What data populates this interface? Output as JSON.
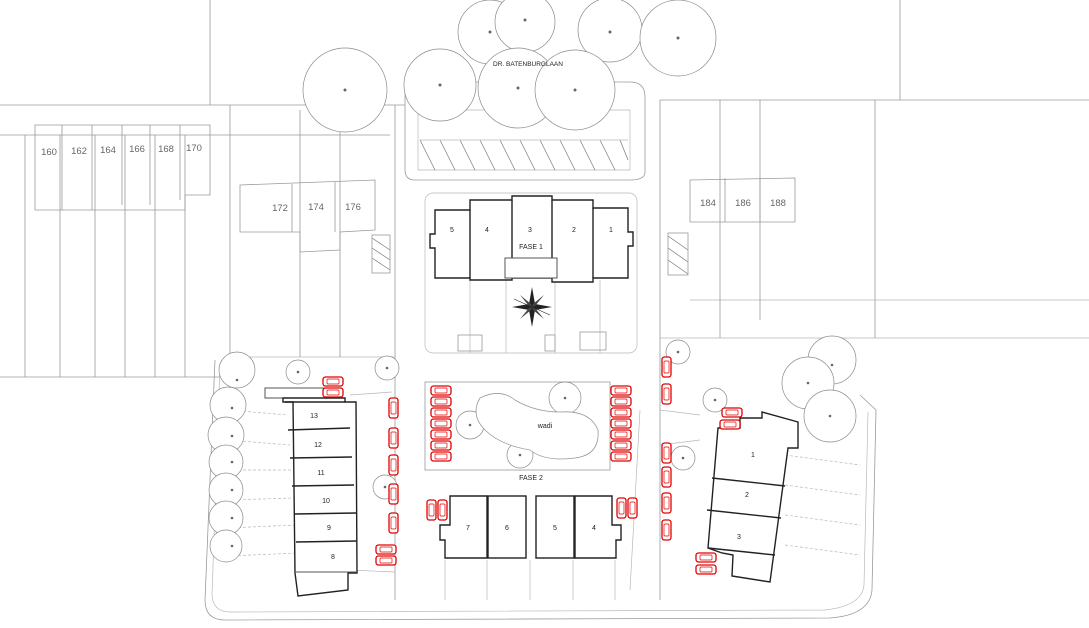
{
  "street": {
    "name": "DR. BATENBURGLAAN"
  },
  "phases": {
    "phase1": "FASE 1",
    "phase2": "FASE 2"
  },
  "wadi": {
    "label": "wadi"
  },
  "existing_houses": [
    "160",
    "162",
    "164",
    "166",
    "168",
    "170",
    "172",
    "174",
    "176",
    "184",
    "186",
    "188"
  ],
  "phase1_units": [
    "5",
    "4",
    "3",
    "2",
    "1"
  ],
  "phase2_left_units": [
    "13",
    "12",
    "11",
    "10",
    "9",
    "8"
  ],
  "phase2_mid_units": [
    "7",
    "6",
    "5",
    "4"
  ],
  "phase2_right_units": [
    "1",
    "2",
    "3"
  ],
  "colors": {
    "parking": "#e00000",
    "building": "#222222",
    "linework": "#9a9a9a"
  },
  "icons": {
    "compass": "north-arrow-icon",
    "tree": "tree-icon",
    "car": "car-icon"
  }
}
